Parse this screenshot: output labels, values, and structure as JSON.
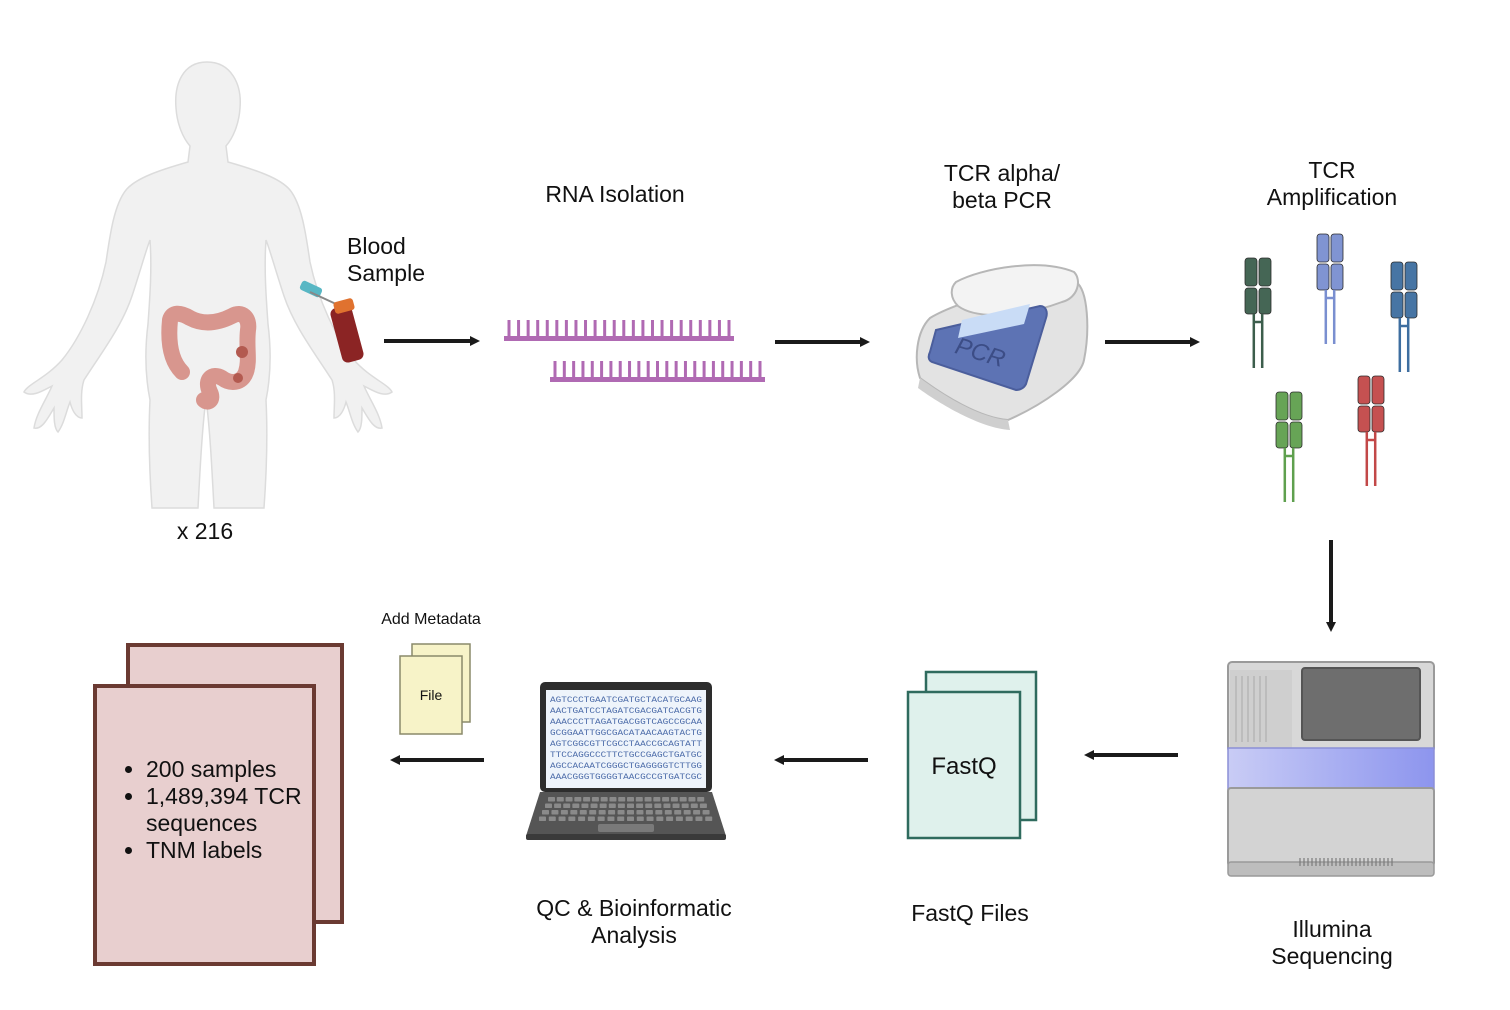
{
  "steps": {
    "patient_count": "x 216",
    "blood_sample_line1": "Blood",
    "blood_sample_line2": "Sample",
    "rna_isolation": "RNA Isolation",
    "tcr_pcr_line1": "TCR alpha/",
    "tcr_pcr_line2": "beta PCR",
    "pcr_device_text": "PCR",
    "tcr_amp_line1": "TCR",
    "tcr_amp_line2": "Amplification",
    "illumina_line1": "Illumina",
    "illumina_line2": "Sequencing",
    "fastq_doc_text": "FastQ",
    "fastq_files": "FastQ Files",
    "qc_line1": "QC & Bioinformatic",
    "qc_line2": "Analysis",
    "add_metadata": "Add Metadata",
    "file_doc_text": "File"
  },
  "screen_sequences": [
    "AGTCCCTGAATCGATGCTACATGCAAG",
    "AACTGATCCTAGATCGACGATCACGTG",
    "AAACCCTTAGATGACGGTCAGCCGCAA",
    "GCGGAATTGGCGACATAACAAGTACTG",
    "AGTCGGCGTTCGCCTAACCGCAGTATT",
    "TTCCAGGCCCTTCTGCCGAGCTGATGC",
    "AGCCACAATCGGGCTGAGGGGTCTTGG",
    "AAACGGGTGGGGTAACGCCGTGATCGC"
  ],
  "dataset_summary": [
    "200 samples",
    "1,489,394 TCR sequences",
    "TNM labels"
  ],
  "colors": {
    "arrow": "#1a1a1a",
    "rna": "#b06ab3",
    "fastq_fill": "#dff1ec",
    "fastq_stroke": "#2f6b5e",
    "dataset_fill": "#e8cfcf",
    "dataset_stroke": "#6b3a32",
    "metadata_fill": "#f7f3c8",
    "tcr_colors": [
      "#3c5e4c",
      "#7a8fd0",
      "#3e6ea0",
      "#5fa04e",
      "#c24848"
    ]
  }
}
